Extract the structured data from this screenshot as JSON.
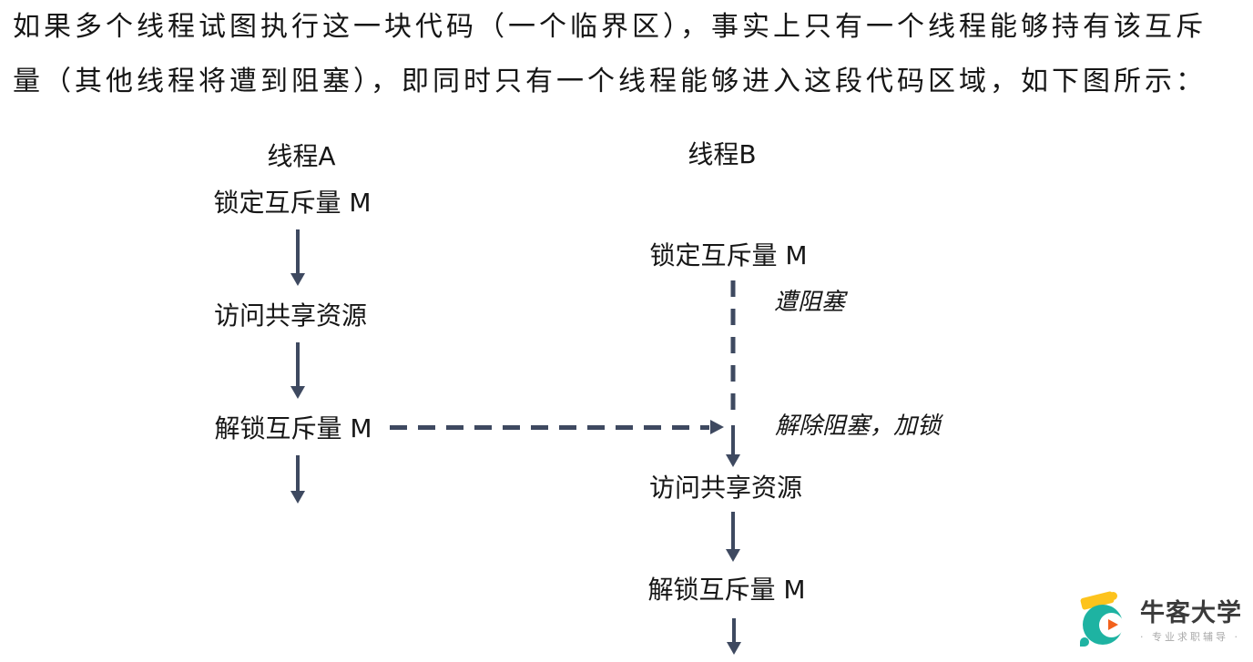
{
  "colors": {
    "arrow": "#3e4960",
    "text": "#161616",
    "logo_teal": "#1eb3a2",
    "logo_orange": "#f2611c",
    "logo_yellow": "#fdc31d",
    "logo_text": "#3b3b3b",
    "logo_tagline": "#a9a9a9"
  },
  "intro": {
    "line1": "如果多个线程试图执行这一块代码（一个临界区），事实上只有一个线程能够持有该互斥",
    "line2": "量（其他线程将遭到阻塞），即同时只有一个线程能够进入这段代码区域，如下图所示："
  },
  "diagram": {
    "thread_a": {
      "title": "线程A",
      "steps": [
        "锁定互斥量 M",
        "访问共享资源",
        "解锁互斥量 M"
      ]
    },
    "thread_b": {
      "title": "线程B",
      "steps": [
        "锁定互斥量 M",
        "访问共享资源",
        "解锁互斥量 M"
      ],
      "blocked_note": "遭阻塞",
      "unblock_note": "解除阻塞，加锁"
    }
  },
  "logo": {
    "name": "牛客大学",
    "tagline": "· 专业求职辅导 ·"
  }
}
